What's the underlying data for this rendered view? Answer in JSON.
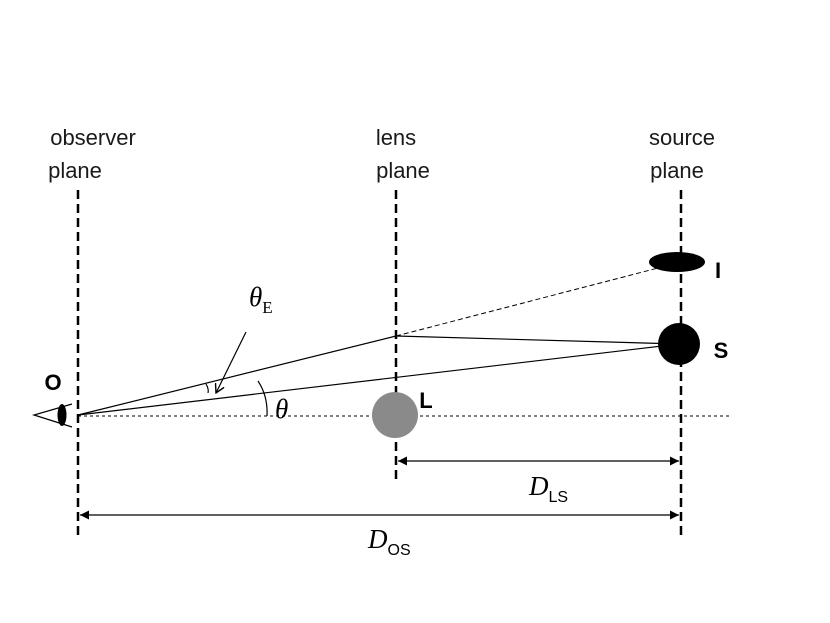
{
  "planes": {
    "observer": {
      "line1": "observer",
      "line2": "plane"
    },
    "lens": {
      "line1": "lens",
      "line2": "plane"
    },
    "source": {
      "line1": "source",
      "line2": "plane"
    }
  },
  "points": {
    "observer": "O",
    "lens": "L",
    "source": "S",
    "image": "I"
  },
  "angles": {
    "einstein": {
      "symbol": "θ",
      "subscript": "E"
    },
    "image": {
      "symbol": "θ"
    }
  },
  "distances": {
    "lens_source": {
      "symbol": "D",
      "subscript": "LS"
    },
    "observer_source": {
      "symbol": "D",
      "subscript": "OS"
    }
  },
  "colors": {
    "lens_fill": "#8a8a8a",
    "ink": "#000000"
  }
}
